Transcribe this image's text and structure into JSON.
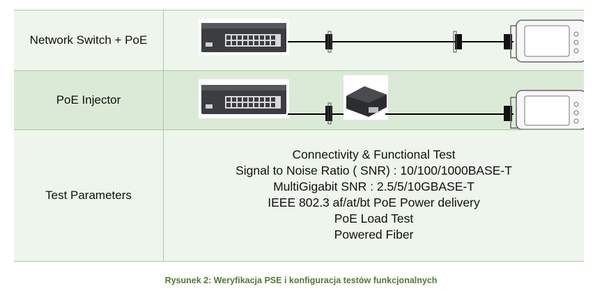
{
  "rows": [
    {
      "label": "Network Switch + PoE"
    },
    {
      "label": "PoE Injector"
    },
    {
      "label": "Test Parameters",
      "params": [
        "Connectivity & Functional Test",
        "Signal to Noise Ratio ( SNR) : 10/100/1000BASE-T",
        "MultiGigabit SNR : 2.5/5/10GBASE-T",
        "IEEE 802.3 af/at/bt PoE Power delivery",
        "PoE Load Test",
        "Powered Fiber"
      ]
    }
  ],
  "caption": "Rysunek 2:  Weryfikacja  PSE  i konfiguracja  testów funkcjonalnych",
  "colors": {
    "border": "#a9c9a4",
    "row_light": "#eef5ec",
    "row_dark": "#dbead6",
    "caption": "#4f7a33"
  }
}
